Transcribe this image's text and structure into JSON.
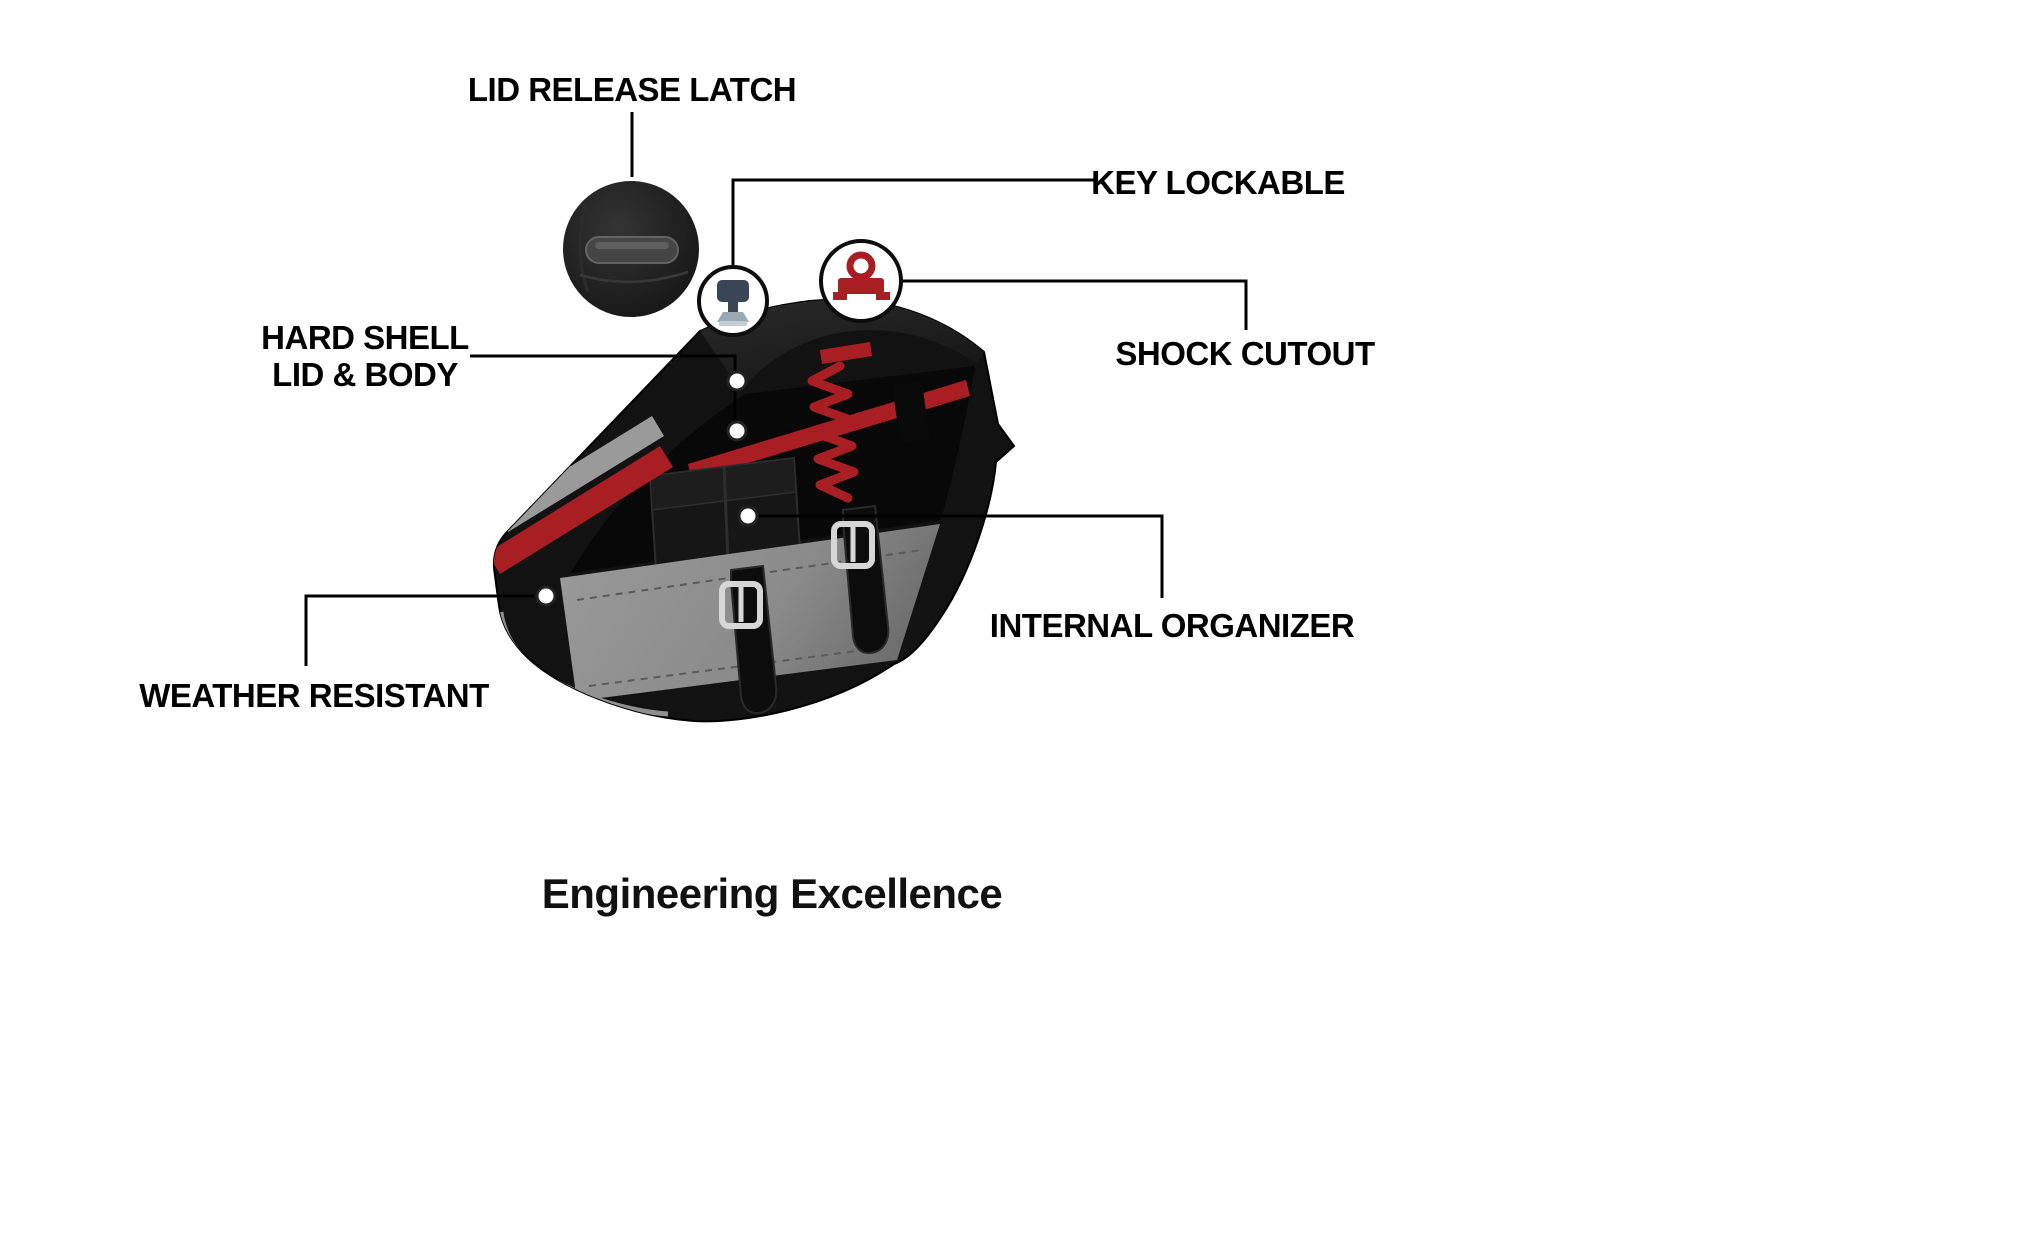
{
  "page": {
    "title": "Engineering Excellence"
  },
  "callouts": {
    "lid_release_latch": {
      "label": "LID RELEASE LATCH"
    },
    "key_lockable": {
      "label": "KEY LOCKABLE"
    },
    "hard_shell": {
      "label_line1": "HARD SHELL",
      "label_line2": "LID & BODY"
    },
    "shock_cutout": {
      "label": "SHOCK CUTOUT"
    },
    "internal_organizer": {
      "label": "INTERNAL ORGANIZER"
    },
    "weather_resistant": {
      "label": "WEATHER RESISTANT"
    }
  },
  "icons": {
    "latch_detail": "lid-latch-detail-icon",
    "key": "key-icon",
    "shock_mount": "shock-absorber-icon",
    "anchor_dots": "callout-anchor-dot"
  },
  "colors": {
    "accent_red": "#a81e22",
    "bag_black": "#121212",
    "panel_gray": "#8d8d8d",
    "callout_line": "#000000",
    "label_text": "#000000",
    "background": "#ffffff"
  }
}
